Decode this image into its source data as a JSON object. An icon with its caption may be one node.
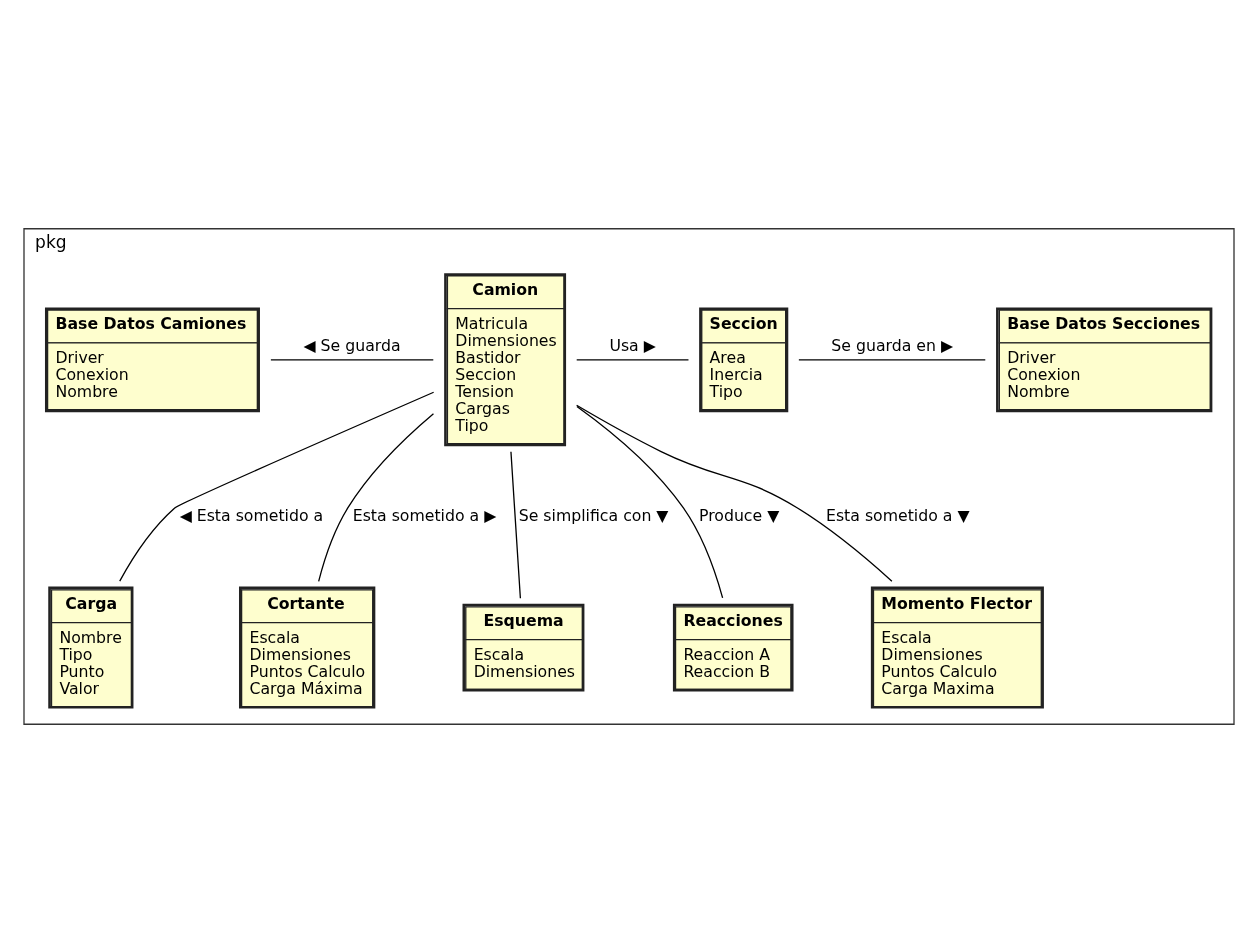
{
  "diagram": {
    "nodes": [
      {
        "text": [
          "pkg"
        ]
      },
      {
        "text": [
          "Base Datos Camiones",
          "Driver",
          "Conexion",
          "Nombre"
        ],
        "in": 0
      },
      {
        "text": [
          "Camion",
          "Matricula",
          "Dimensiones",
          "Bastidor",
          "Seccion",
          "Tension",
          "Cargas",
          "Tipo"
        ],
        "in": 0
      },
      {
        "text": [
          "Seccion",
          "Area",
          "Inercia",
          "Tipo"
        ],
        "in": 0
      },
      {
        "text": [
          "Base Datos Secciones",
          "Driver",
          "Conexion",
          "Nombre"
        ],
        "in": 0
      },
      {
        "text": [
          "Carga",
          "Nombre",
          "Tipo",
          "Punto",
          "Valor"
        ],
        "in": 0
      },
      {
        "text": [
          "Cortante",
          "Escala",
          "Dimensiones",
          "Puntos Calculo",
          "Carga Máxima"
        ],
        "in": 0
      },
      {
        "text": [
          "Esquema",
          "Escala",
          "Dimensiones"
        ],
        "in": 0
      },
      {
        "text": [
          "Reacciones",
          "Reaccion A",
          "Reaccion B"
        ],
        "in": 0
      },
      {
        "text": [
          "Momento Flector",
          "Escala",
          "Dimensiones",
          "Puntos Calculo",
          "Carga Maxima"
        ],
        "in": 0
      }
    ],
    "edges": [
      {
        "from": 2,
        "to": 1,
        "arrow": "none",
        "label": "◀ Se guarda"
      },
      {
        "from": 2,
        "to": 3,
        "arrow": "none",
        "label": "Usa ▶"
      },
      {
        "from": 3,
        "to": 4,
        "arrow": "none",
        "label": "Se guarda en ▶"
      },
      {
        "from": 2,
        "to": 5,
        "arrow": "none",
        "label": "◀ Esta sometido a"
      },
      {
        "from": 2,
        "to": 7,
        "arrow": "none",
        "label": "Se simplifica con ▼"
      },
      {
        "from": 2,
        "to": 8,
        "arrow": "none",
        "label": "Produce ▼"
      },
      {
        "from": 2,
        "to": 9,
        "arrow": "none",
        "label": "Esta sometido a ▼"
      },
      {
        "from": 2,
        "to": 6,
        "arrow": "none",
        "label": "Esta sometido a ▶"
      }
    ]
  }
}
